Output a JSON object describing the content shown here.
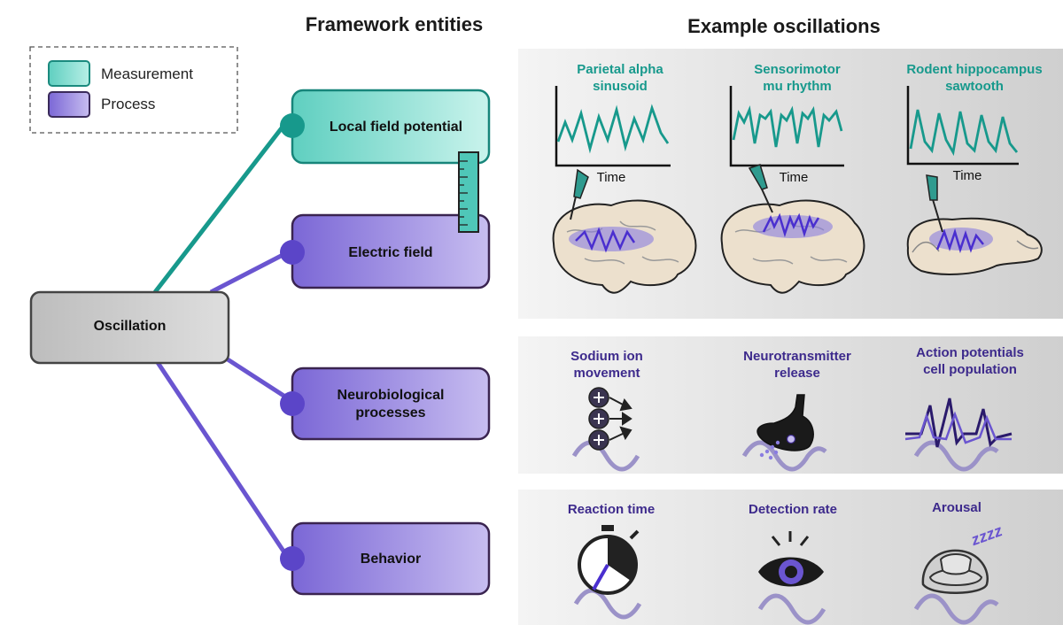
{
  "headings": {
    "framework": "Framework entities",
    "examples": "Example oscillations"
  },
  "legend": {
    "measurement": "Measurement",
    "process": "Process"
  },
  "nodes": {
    "root": "Oscillation",
    "lfp": "Local field potential",
    "efield": "Electric field",
    "neuro_line1": "Neurobiological",
    "neuro_line2": "processes",
    "behavior": "Behavior"
  },
  "measurement_examples": [
    {
      "line1": "Parietal alpha",
      "line2": "sinusoid",
      "axis": "Time"
    },
    {
      "line1": "Sensorimotor",
      "line2": "mu rhythm",
      "axis": "Time"
    },
    {
      "line1": "Rodent hippocampus",
      "line2": "sawtooth",
      "axis": "Time"
    }
  ],
  "process_examples": [
    {
      "line1": "Sodium ion",
      "line2": "movement",
      "icon": "sodium-ions-icon"
    },
    {
      "line1": "Neurotransmitter",
      "line2": "release",
      "icon": "synapse-icon"
    },
    {
      "line1": "Action potentials",
      "line2": "cell population",
      "icon": "spikes-icon"
    }
  ],
  "behavior_examples": [
    {
      "label": "Reaction time",
      "icon": "stopwatch-icon"
    },
    {
      "label": "Detection rate",
      "icon": "eye-icon"
    },
    {
      "label": "Arousal",
      "icon": "sleeping-person-icon",
      "sleep_text": "zzzz"
    }
  ],
  "colors": {
    "teal": "#17998c",
    "purple": "#6a55d0",
    "dark_purple": "#3d2a8c",
    "gray_box": "#c8c8c8"
  }
}
